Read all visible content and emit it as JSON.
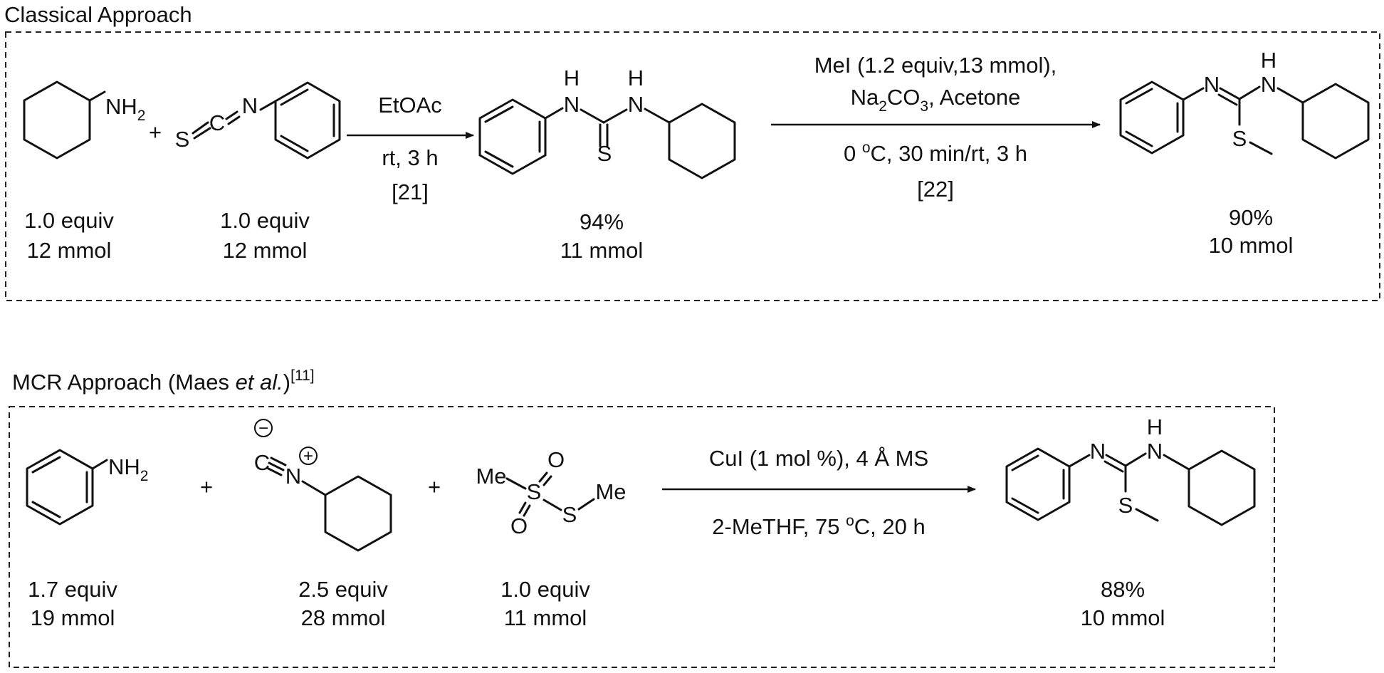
{
  "sections": {
    "classical": {
      "title": "Classical Approach",
      "amine": {
        "atom_nh2": "NH",
        "sub": "2",
        "equiv": "1.0 equiv",
        "mmol": "12 mmol"
      },
      "plus": "+",
      "isothiocyanate": {
        "atom_s": "S",
        "atom_c": "C",
        "atom_n": "N",
        "equiv": "1.0 equiv",
        "mmol": "12 mmol"
      },
      "step1": {
        "reagent": "EtOAc",
        "conditions": "rt, 3 h",
        "ref": "[21]"
      },
      "thiourea": {
        "atom_h1": "H",
        "atom_n1": "N",
        "atom_h2": "H",
        "atom_n2": "N",
        "atom_s": "S",
        "yield": "94%",
        "mmol": "11 mmol"
      },
      "step2": {
        "reagent": "MeI (1.2 equiv,13 mmol),",
        "base_na": "Na",
        "base_sub1": "2",
        "base_co": "CO",
        "base_sub2": "3",
        "base_rest": ", Acetone",
        "cond_pre": "0 ",
        "cond_sup": "o",
        "cond_post": "C, 30 min/rt, 3 h",
        "ref": "[22]"
      },
      "product": {
        "atom_n": "N",
        "atom_h": "H",
        "atom_nh": "N",
        "atom_s": "S",
        "yield": "90%",
        "mmol": "10 mmol"
      }
    },
    "mcr": {
      "title_pre": "MCR Approach (Maes ",
      "title_ital": "et al.",
      "title_post": ")",
      "title_ref": "[11]",
      "aniline": {
        "atom_nh2": "NH",
        "sub": "2",
        "equiv": "1.7 equiv",
        "mmol": "19 mmol"
      },
      "plus1": "+",
      "isocyanide": {
        "atom_c": "C",
        "atom_n": "N",
        "charge_minus": "−",
        "charge_plus": "+",
        "equiv": "2.5 equiv",
        "mmol": "28 mmol"
      },
      "plus2": "+",
      "thiosulfonate": {
        "atom_me1": "Me",
        "atom_s1": "S",
        "atom_o1": "O",
        "atom_o2": "O",
        "atom_s2": "S",
        "atom_me2": "Me",
        "equiv": "1.0 equiv",
        "mmol": "11 mmol"
      },
      "step": {
        "reagent": "CuI (1 mol %), 4 Å MS",
        "cond_pre": "2-MeTHF, 75 ",
        "cond_sup": "o",
        "cond_post": "C, 20 h"
      },
      "product": {
        "atom_n": "N",
        "atom_h": "H",
        "atom_nh": "N",
        "atom_s": "S",
        "yield": "88%",
        "mmol": "10 mmol"
      }
    }
  }
}
